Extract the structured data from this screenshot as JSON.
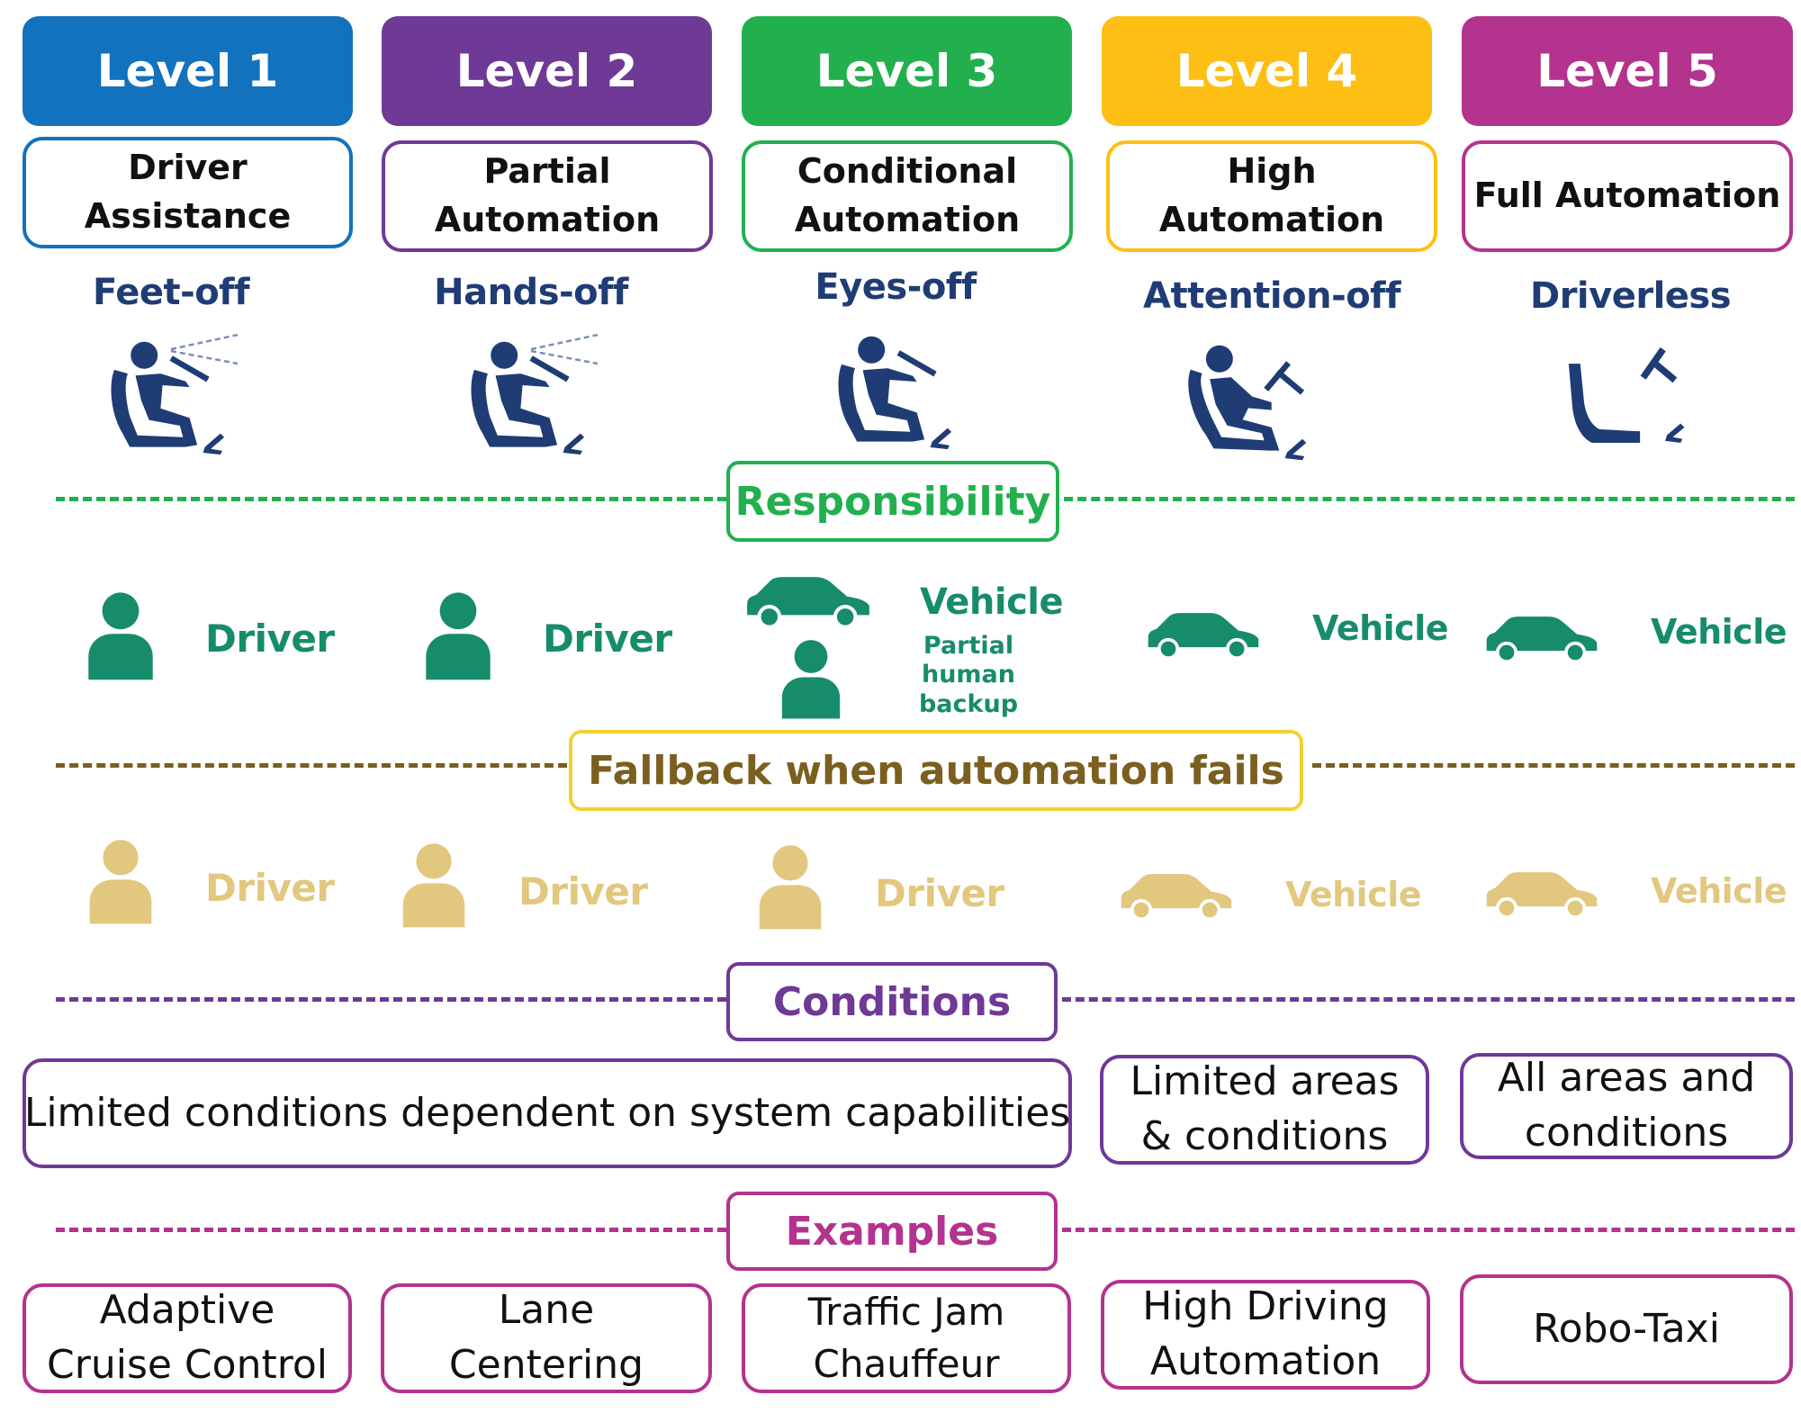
{
  "colors": {
    "level1": "#1272bd",
    "level2": "#6f3996",
    "level3": "#22b04f",
    "level4": "#fdbf14",
    "level5": "#b3338e",
    "responsibility": "#178c6b",
    "fallback": "#e2c77f",
    "fallback_label": "#7a5f1e",
    "conditions": "#6f3996",
    "examples": "#b3338e",
    "icon_navy": "#1f3c75"
  },
  "levels": [
    {
      "label": "Level 1",
      "name": "Driver Assistance",
      "mode": "Feet-off",
      "icon": "driver-seat-icon"
    },
    {
      "label": "Level 2",
      "name": "Partial Automation",
      "mode": "Hands-off",
      "icon": "driver-seat-icon"
    },
    {
      "label": "Level 3",
      "name": "Conditional Automation",
      "mode": "Eyes-off",
      "icon": "driver-seat-icon"
    },
    {
      "label": "Level 4",
      "name": "High Automation",
      "mode": "Attention-off",
      "icon": "reclined-driver-icon"
    },
    {
      "label": "Level 5",
      "name": "Full Automation",
      "mode": "Driverless",
      "icon": "empty-seat-icon"
    }
  ],
  "sections": {
    "responsibility": "Responsibility",
    "fallback": "Fallback when automation fails",
    "conditions": "Conditions",
    "examples": "Examples"
  },
  "responsibility": [
    {
      "label": "Driver",
      "icon": "person-icon"
    },
    {
      "label": "Driver",
      "icon": "person-icon"
    },
    {
      "label": "Vehicle",
      "note": "Partial human backup",
      "icon": "car-and-person-icon"
    },
    {
      "label": "Vehicle",
      "icon": "car-icon"
    },
    {
      "label": "Vehicle",
      "icon": "car-icon"
    }
  ],
  "fallback": [
    {
      "label": "Driver",
      "icon": "person-icon"
    },
    {
      "label": "Driver",
      "icon": "person-icon"
    },
    {
      "label": "Driver",
      "icon": "person-icon"
    },
    {
      "label": "Vehicle",
      "icon": "car-icon"
    },
    {
      "label": "Vehicle",
      "icon": "car-icon"
    }
  ],
  "conditions": [
    {
      "text": "Limited conditions dependent on system capabilities",
      "levels": "1-3"
    },
    {
      "text": "Limited areas & conditions",
      "levels": "4"
    },
    {
      "text": "All areas and conditions",
      "levels": "5"
    }
  ],
  "examples": [
    "Adaptive Cruise Control",
    "Lane Centering",
    "Traffic Jam Chauffeur",
    "High Driving Automation",
    "Robo-Taxi"
  ]
}
